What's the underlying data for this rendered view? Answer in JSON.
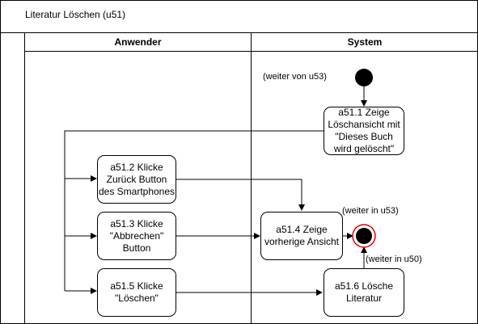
{
  "title": "Literatur Löschen (u51)",
  "lanes": {
    "left": "Anwender",
    "right": "System"
  },
  "nodes": {
    "a51_1": "a51.1 Zeige\nLöschansicht mit\n\"Dieses Buch\nwird gelöscht\"",
    "a51_2": "a51.2 Klicke\nZurück Button\ndes Smartphones",
    "a51_3": "a51.3 Klicke\n\"Abbrechen\"\nButton",
    "a51_4": "a51.4 Zeige\nvorherige Ansicht",
    "a51_5": "a51.5 Klicke\n\"Löschen\"",
    "a51_6": "a51.6 Lösche\nLiteratur"
  },
  "notes": {
    "start": "(weiter von u53)",
    "end_top": "(weiter in u53)",
    "end_bottom": "(weiter in u50)"
  },
  "colors": {
    "end_ring": "#e00000",
    "line": "#000000"
  }
}
